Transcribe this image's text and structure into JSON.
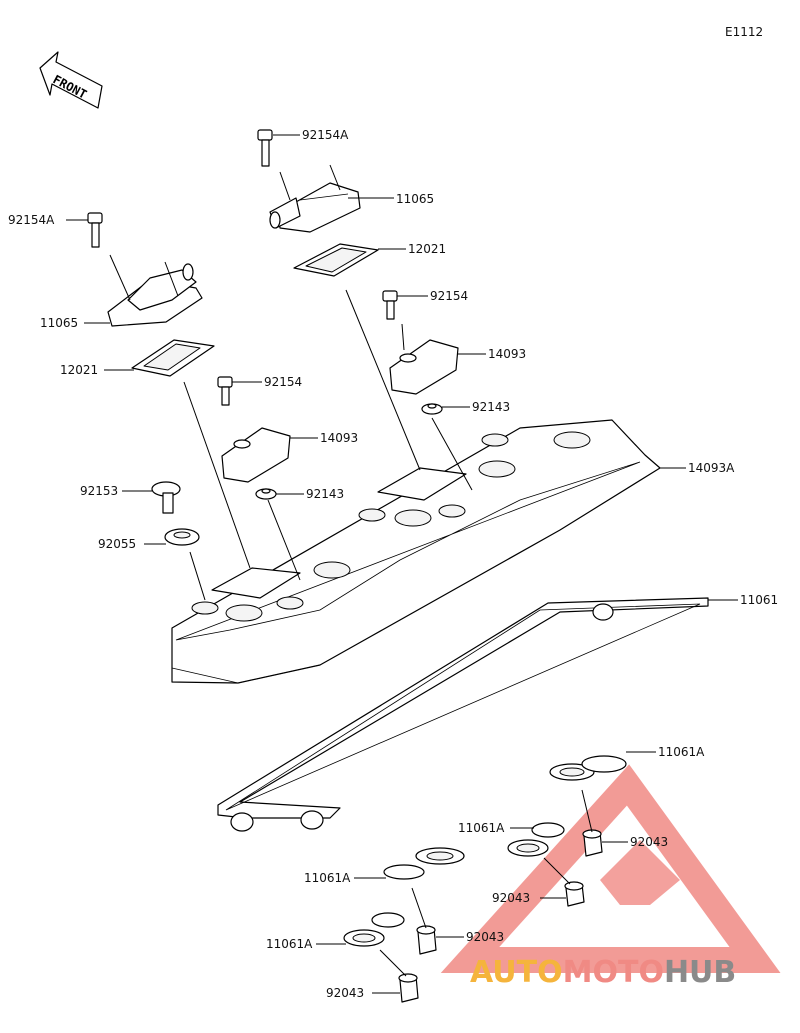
{
  "diagram_id": "E1112",
  "front_label": "FRONT",
  "watermark": {
    "auto": "AUTO",
    "moto": "MOTO",
    "hub": "HUB",
    "color_triangle": "#f08a84",
    "color_auto": "#f5b43c",
    "color_moto": "#f08a84",
    "color_hub": "#8a8a8a"
  },
  "labels": {
    "p92154A_top": "92154A",
    "p11065_top": "11065",
    "p12021_top": "12021",
    "p92154_top": "92154",
    "p14093_top": "14093",
    "p92143_top": "92143",
    "p14093A": "14093A",
    "p92154A_left": "92154A",
    "p11065_left": "11065",
    "p12021_left": "12021",
    "p92154_left": "92154",
    "p14093_left": "14093",
    "p92153": "92153",
    "p92143_left": "92143",
    "p92055": "92055",
    "p11061": "11061",
    "p11061A_1": "11061A",
    "p11061A_2": "11061A",
    "p92043_1": "92043",
    "p11061A_3": "11061A",
    "p92043_2": "92043",
    "p11061A_4": "11061A",
    "p92043_3": "92043",
    "p92043_4": "92043"
  }
}
